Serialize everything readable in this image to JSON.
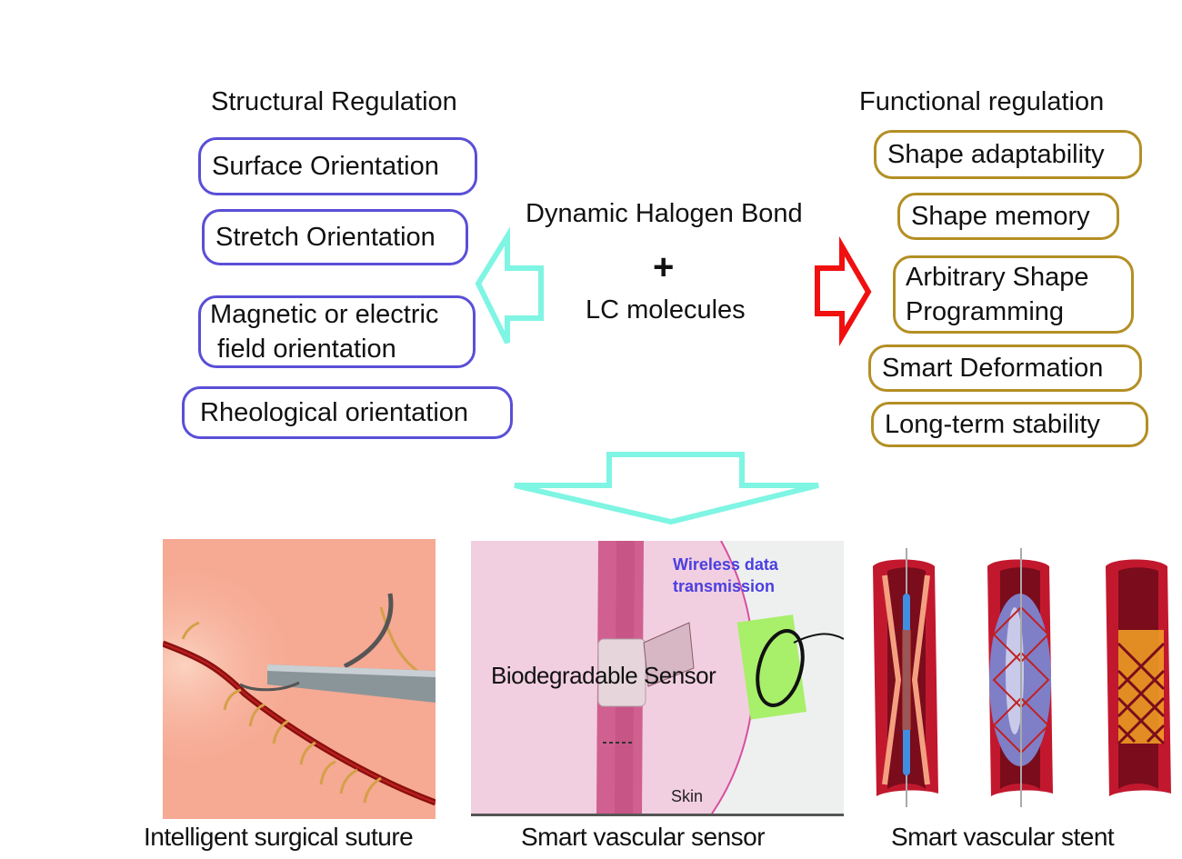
{
  "structural": {
    "title": "Structural Regulation",
    "items": [
      {
        "label": "Surface Orientation"
      },
      {
        "label": "Stretch Orientation"
      },
      {
        "label": "Magnetic or electric\n field orientation"
      },
      {
        "label": "Rheological orientation"
      }
    ]
  },
  "functional": {
    "title": "Functional regulation",
    "items": [
      {
        "label": "Shape adaptability"
      },
      {
        "label": "Shape memory"
      },
      {
        "label": "Arbitrary Shape\nProgramming"
      },
      {
        "label": "Smart Deformation"
      },
      {
        "label": "Long-term stability"
      }
    ]
  },
  "center": {
    "line1": "Dynamic Halogen Bond",
    "plus": "+",
    "line2": "LC molecules"
  },
  "arrows": {
    "left_icon": "arrow-left-outline-icon",
    "right_icon": "arrow-right-outline-icon",
    "down_icon": "arrow-down-outline-icon",
    "cyan": "#7ff5e3",
    "red": "#f01010"
  },
  "colors": {
    "structural_border": "#5a4fd6",
    "functional_border": "#b38f24"
  },
  "applications": [
    {
      "caption": "Intelligent surgical suture"
    },
    {
      "caption": "Smart vascular sensor",
      "annotations": {
        "wireless": "Wireless data\ntransmission",
        "sensor": "Biodegradable Sensor",
        "skin": "Skin"
      }
    },
    {
      "caption": "Smart vascular stent"
    }
  ]
}
